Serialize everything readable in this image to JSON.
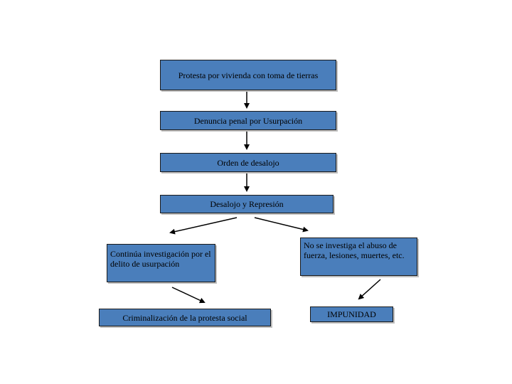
{
  "nodes": {
    "protesta": "Protesta por vivienda con toma de tierras",
    "denuncia": "Denuncia penal por Usurpación",
    "orden": "Orden de desalojo",
    "desalojo": "Desalojo y Represión",
    "continua": "Continúa investigación por el delito de usurpación",
    "no_investiga": "No se investiga el abuso de fuerza, lesiones, muertes, etc.",
    "criminalizacion": "Criminalización de la protesta social",
    "impunidad": "IMPUNIDAD"
  },
  "colors": {
    "box_fill": "#4a7ebb",
    "border": "#1a1a1a"
  }
}
